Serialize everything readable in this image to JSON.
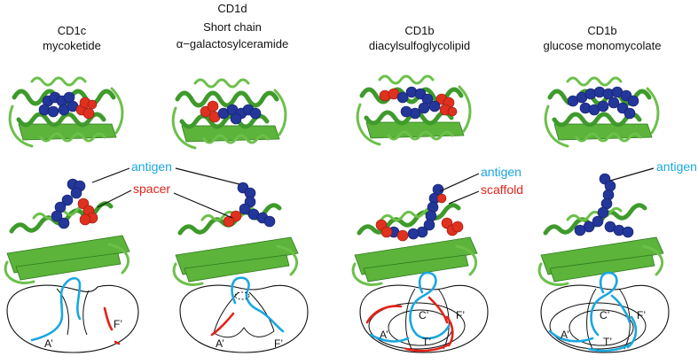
{
  "columns": [
    {
      "name": "CD1c",
      "ligand": "mycoketide"
    },
    {
      "name": "CD1d",
      "ligand": "Short chain",
      "ligand2": "α−galactosylceramide"
    },
    {
      "name": "CD1b",
      "ligand": "diacylsulfoglycolipid"
    },
    {
      "name": "CD1b",
      "ligand": "glucose monomycolate"
    }
  ],
  "labels": {
    "antigen": "antigen",
    "spacer": "spacer",
    "scaffold": "scaffold"
  },
  "cavities": {
    "a": "A’",
    "f": "F’",
    "c": "C’",
    "t": "T’"
  },
  "colors": {
    "protein": "#3f9a2c",
    "antigen_blue": "#23369a",
    "spacer_red": "#e0301e",
    "label_blue": "#1aa7e0",
    "label_red": "#e2231a"
  }
}
